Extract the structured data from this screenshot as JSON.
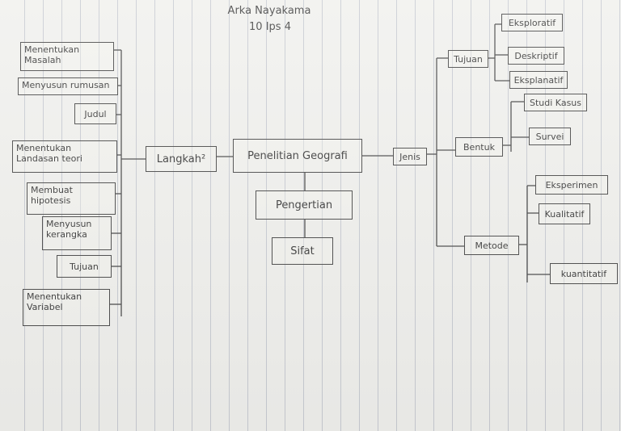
{
  "header": {
    "author": "Arka Nayakama",
    "class": "10 Ips 4"
  },
  "center": {
    "topic": "Penelitian Geografi",
    "definition": "Pengertian",
    "nature": "Sifat"
  },
  "langkah": {
    "label": "Langkah²",
    "steps": [
      "Menentukan\nMasalah",
      "Menyusun rumusan",
      "Judul",
      "Menentukan\nLandasan teori",
      "Membuat\nhipotesis",
      "Menyusun\nkerangka",
      "Tujuan",
      "Menentukan\nVariabel"
    ]
  },
  "jenis": {
    "label": "Jenis",
    "groups": {
      "tujuan": {
        "label": "Tujuan",
        "items": [
          "Eksploratif",
          "Deskriptif",
          "Eksplanatif"
        ]
      },
      "bentuk": {
        "label": "Bentuk",
        "items": [
          "Studi Kasus",
          "Survei"
        ]
      },
      "metode": {
        "label": "Metode",
        "items": [
          "Eksperimen",
          "Kualitatif",
          "kuantitatif"
        ]
      }
    }
  }
}
